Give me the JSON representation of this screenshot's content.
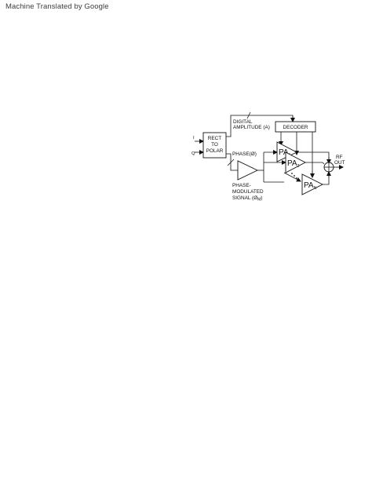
{
  "banner": {
    "text": "Machine Translated by Google"
  },
  "diagram": {
    "inputs": {
      "i": "I",
      "q": "Q"
    },
    "rect_to_polar": {
      "line1": "RECT",
      "line2": "TO",
      "line3": "POLAR"
    },
    "digital_amplitude": {
      "line1": "DIGITAL",
      "line2": "AMPLITUDE (A)"
    },
    "decoder": "DECODER",
    "phase": "PHASE(Ø)",
    "phase_modulated": {
      "line1": "PHASE-",
      "line2": "MODULATED",
      "line3": "SIGNAL (Ø",
      "sub": "M",
      "close": ")"
    },
    "pa1": {
      "main": "PA",
      "sub": "1"
    },
    "pa2": {
      "main": "PA",
      "sub": "2"
    },
    "pan": {
      "main": "PA",
      "sub": "N"
    },
    "rf_out": {
      "line1": "RF",
      "line2": "OUT"
    }
  }
}
